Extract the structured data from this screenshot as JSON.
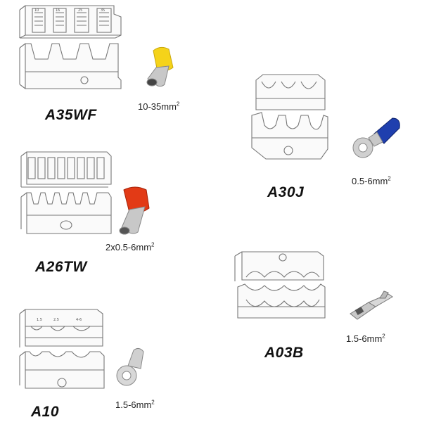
{
  "products": [
    {
      "code": "A35WF",
      "size_text": "10-35mm",
      "size_sup": "2",
      "die_marks": [
        "10",
        "16",
        "25",
        "35"
      ]
    },
    {
      "code": "A30J",
      "size_text": "0.5-6mm",
      "size_sup": "2"
    },
    {
      "code": "A26TW",
      "size_text": "2x0.5-6mm",
      "size_sup": "2"
    },
    {
      "code": "A03B",
      "size_text": "1.5-6mm",
      "size_sup": "2"
    },
    {
      "code": "A10",
      "size_text": "1.5-6mm",
      "size_sup": "2",
      "die_marks": [
        "1.5",
        "2.5",
        "4-6"
      ]
    }
  ],
  "terminal_colors": {
    "yellow_ferrule": "#f5d31a",
    "red_ferrule": "#e23a16",
    "blue_ring": "#1f3fae",
    "silver": "#c8c8c8"
  }
}
